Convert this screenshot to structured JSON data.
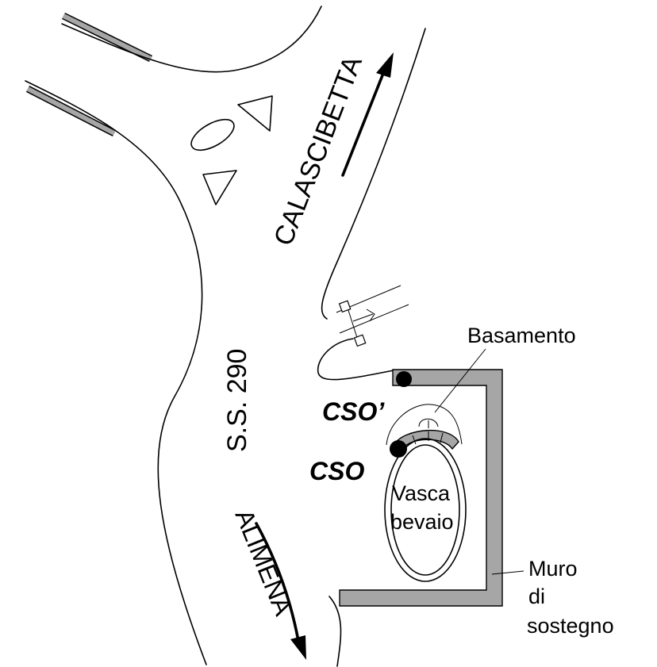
{
  "labels": {
    "calascibetta": "CALASCIBETTA",
    "ss290": "S.S. 290",
    "alimena": "ALIMENA",
    "basamento": "Basamento",
    "cso_prime": "CSO’",
    "cso": "CSO",
    "vasca_line1": "Vasca",
    "vasca_line2": "bevaio",
    "muro_line1": "Muro",
    "muro_line2": "di",
    "muro_line3": "sostegno"
  },
  "colors": {
    "line": "#000000",
    "wall_fill": "#a6a6a6",
    "background": "#ffffff"
  }
}
